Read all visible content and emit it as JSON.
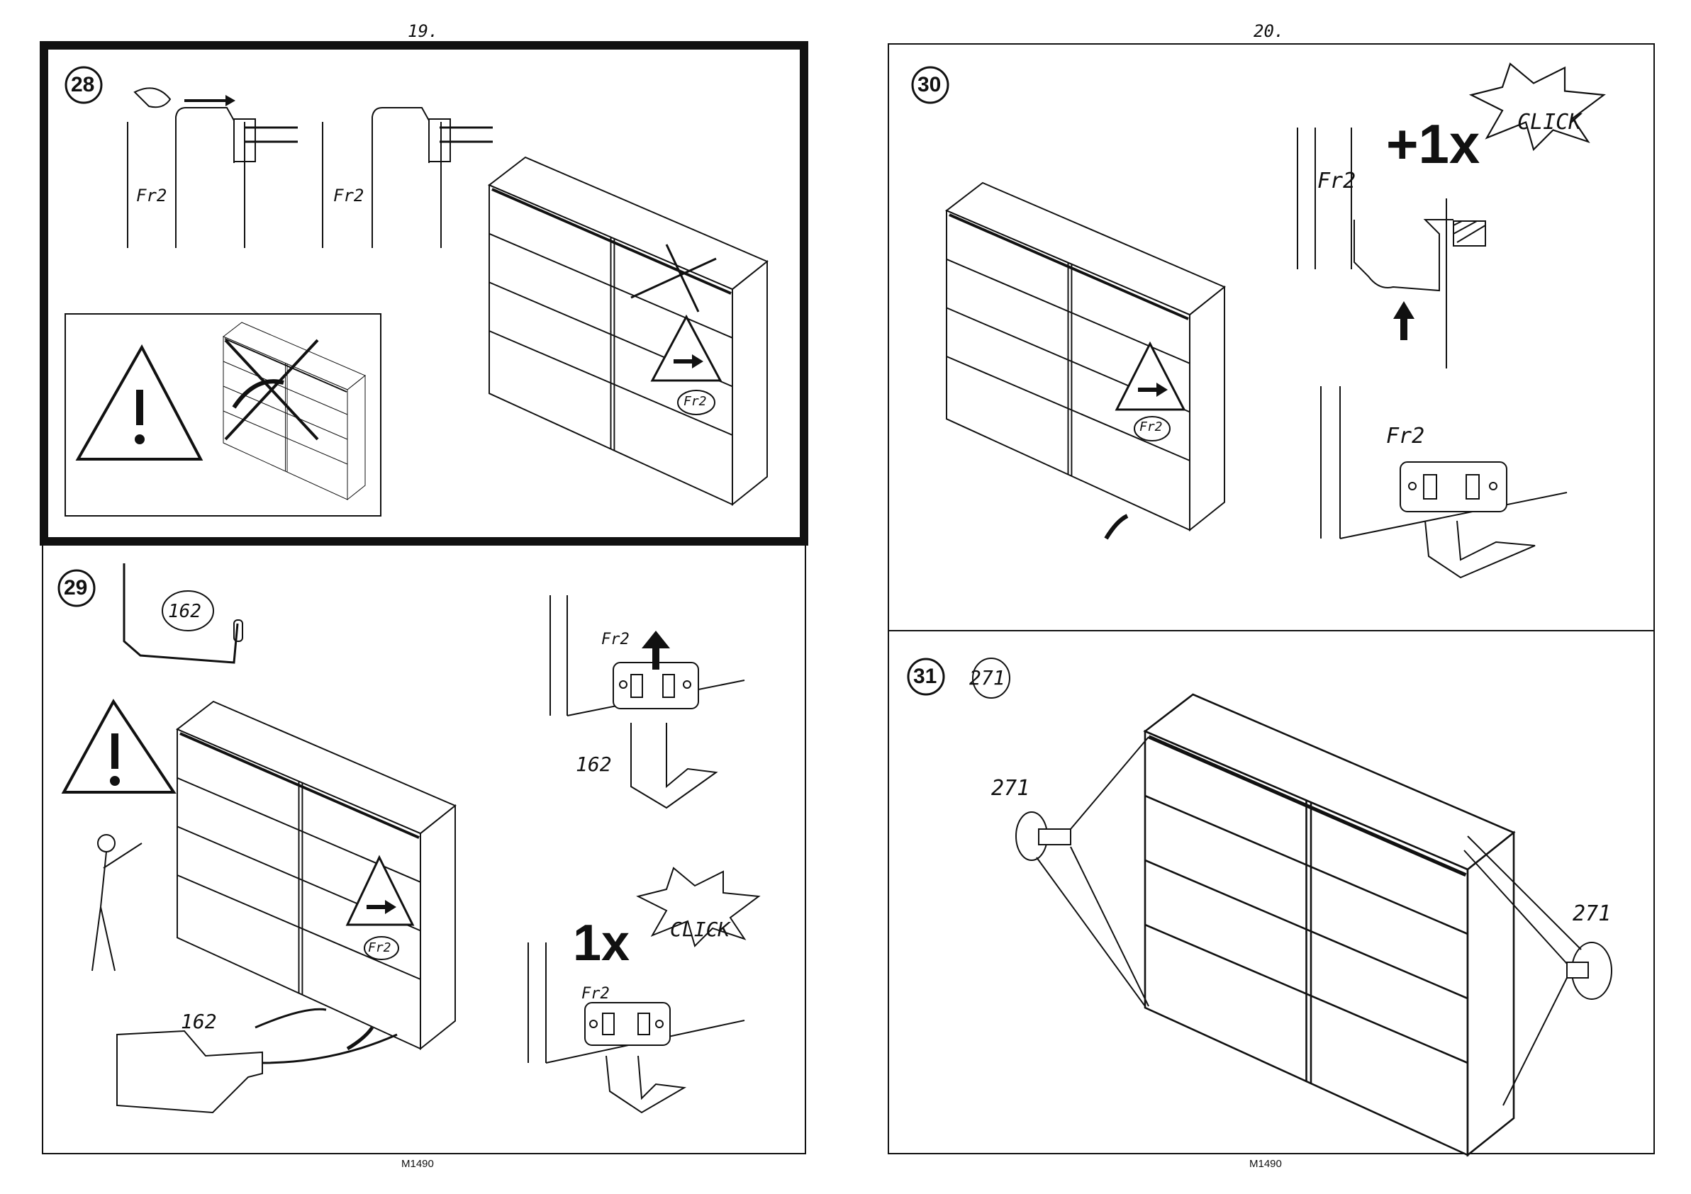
{
  "pages": [
    {
      "number": "19.",
      "code": "M1490"
    },
    {
      "number": "20.",
      "code": "M1490"
    }
  ],
  "steps": {
    "s28": {
      "number": "28",
      "part_label": "Fr2"
    },
    "s29": {
      "number": "29",
      "part_callout": "162",
      "part_label": "Fr2",
      "part_number_label": "162",
      "click_count": "1x",
      "click_text": "CLICK"
    },
    "s30": {
      "number": "30",
      "part_label": "Fr2",
      "click_count": "+1x",
      "click_text": "CLICK"
    },
    "s31": {
      "number": "31",
      "part_callout": "271",
      "part_number_label": "271"
    }
  },
  "icons": [
    "warning-triangle-icon",
    "arrow-right-triangle-icon",
    "cross-out-icon",
    "arrow-up-icon",
    "click-burst-icon"
  ],
  "colors": {
    "ink": "#111111",
    "paper": "#ffffff"
  }
}
